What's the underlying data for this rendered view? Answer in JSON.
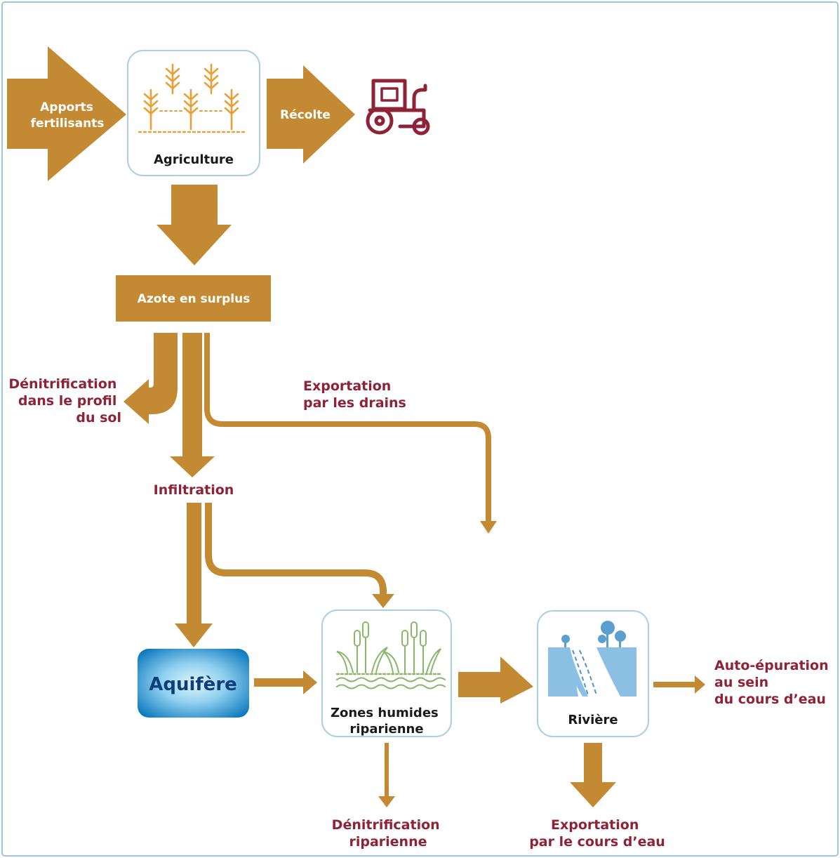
{
  "colors": {
    "arrow": "#c48a33",
    "accent_red": "#8e2236",
    "box_border": "#a9cfe5",
    "frame_border": "#9cc6e0",
    "aquifer_light": "#d8f0fb",
    "aquifer_dark": "#0d7cbf",
    "water": "#8bbfe3"
  },
  "nodes": {
    "inputs": "Apports fertilisants",
    "agriculture": "Agriculture",
    "harvest": "Récolte",
    "surplus": "Azote en surplus",
    "soil_denitrification": "Dénitrification dans le profil du sol",
    "drain_export": "Exportation par les drains",
    "infiltration": "Infiltration",
    "aquifer": "Aquifère",
    "wetlands": "Zones humides riparienne",
    "river": "Rivière",
    "self_purification": "Auto-épuration au sein du cours d’eau",
    "riparian_denitrification": "Dénitrification riparienne",
    "river_export": "Exportation par le cours d’eau"
  },
  "text": {
    "inputs": [
      "Apports",
      "fertilisants"
    ],
    "agriculture": "Agriculture",
    "harvest": "Récolte",
    "surplus": "Azote en surplus",
    "soil_denitrification": [
      "Dénitrification",
      "dans le profil",
      "du sol"
    ],
    "drain_export": [
      "Exportation",
      "par les drains"
    ],
    "infiltration": "Infiltration",
    "aquifer": "Aquifère",
    "wetlands": [
      "Zones humides",
      "riparienne"
    ],
    "river": "Rivière",
    "self_purification": [
      "Auto-épuration",
      "au sein",
      "du cours d’eau"
    ],
    "riparian_denitrification": [
      "Dénitrification",
      "riparienne"
    ],
    "river_export": [
      "Exportation",
      "par le cours d’eau"
    ]
  },
  "icons": {
    "agriculture": "wheat-icon",
    "harvest": "tractor-icon",
    "wetlands": "reeds-icon",
    "river": "river-icon"
  }
}
